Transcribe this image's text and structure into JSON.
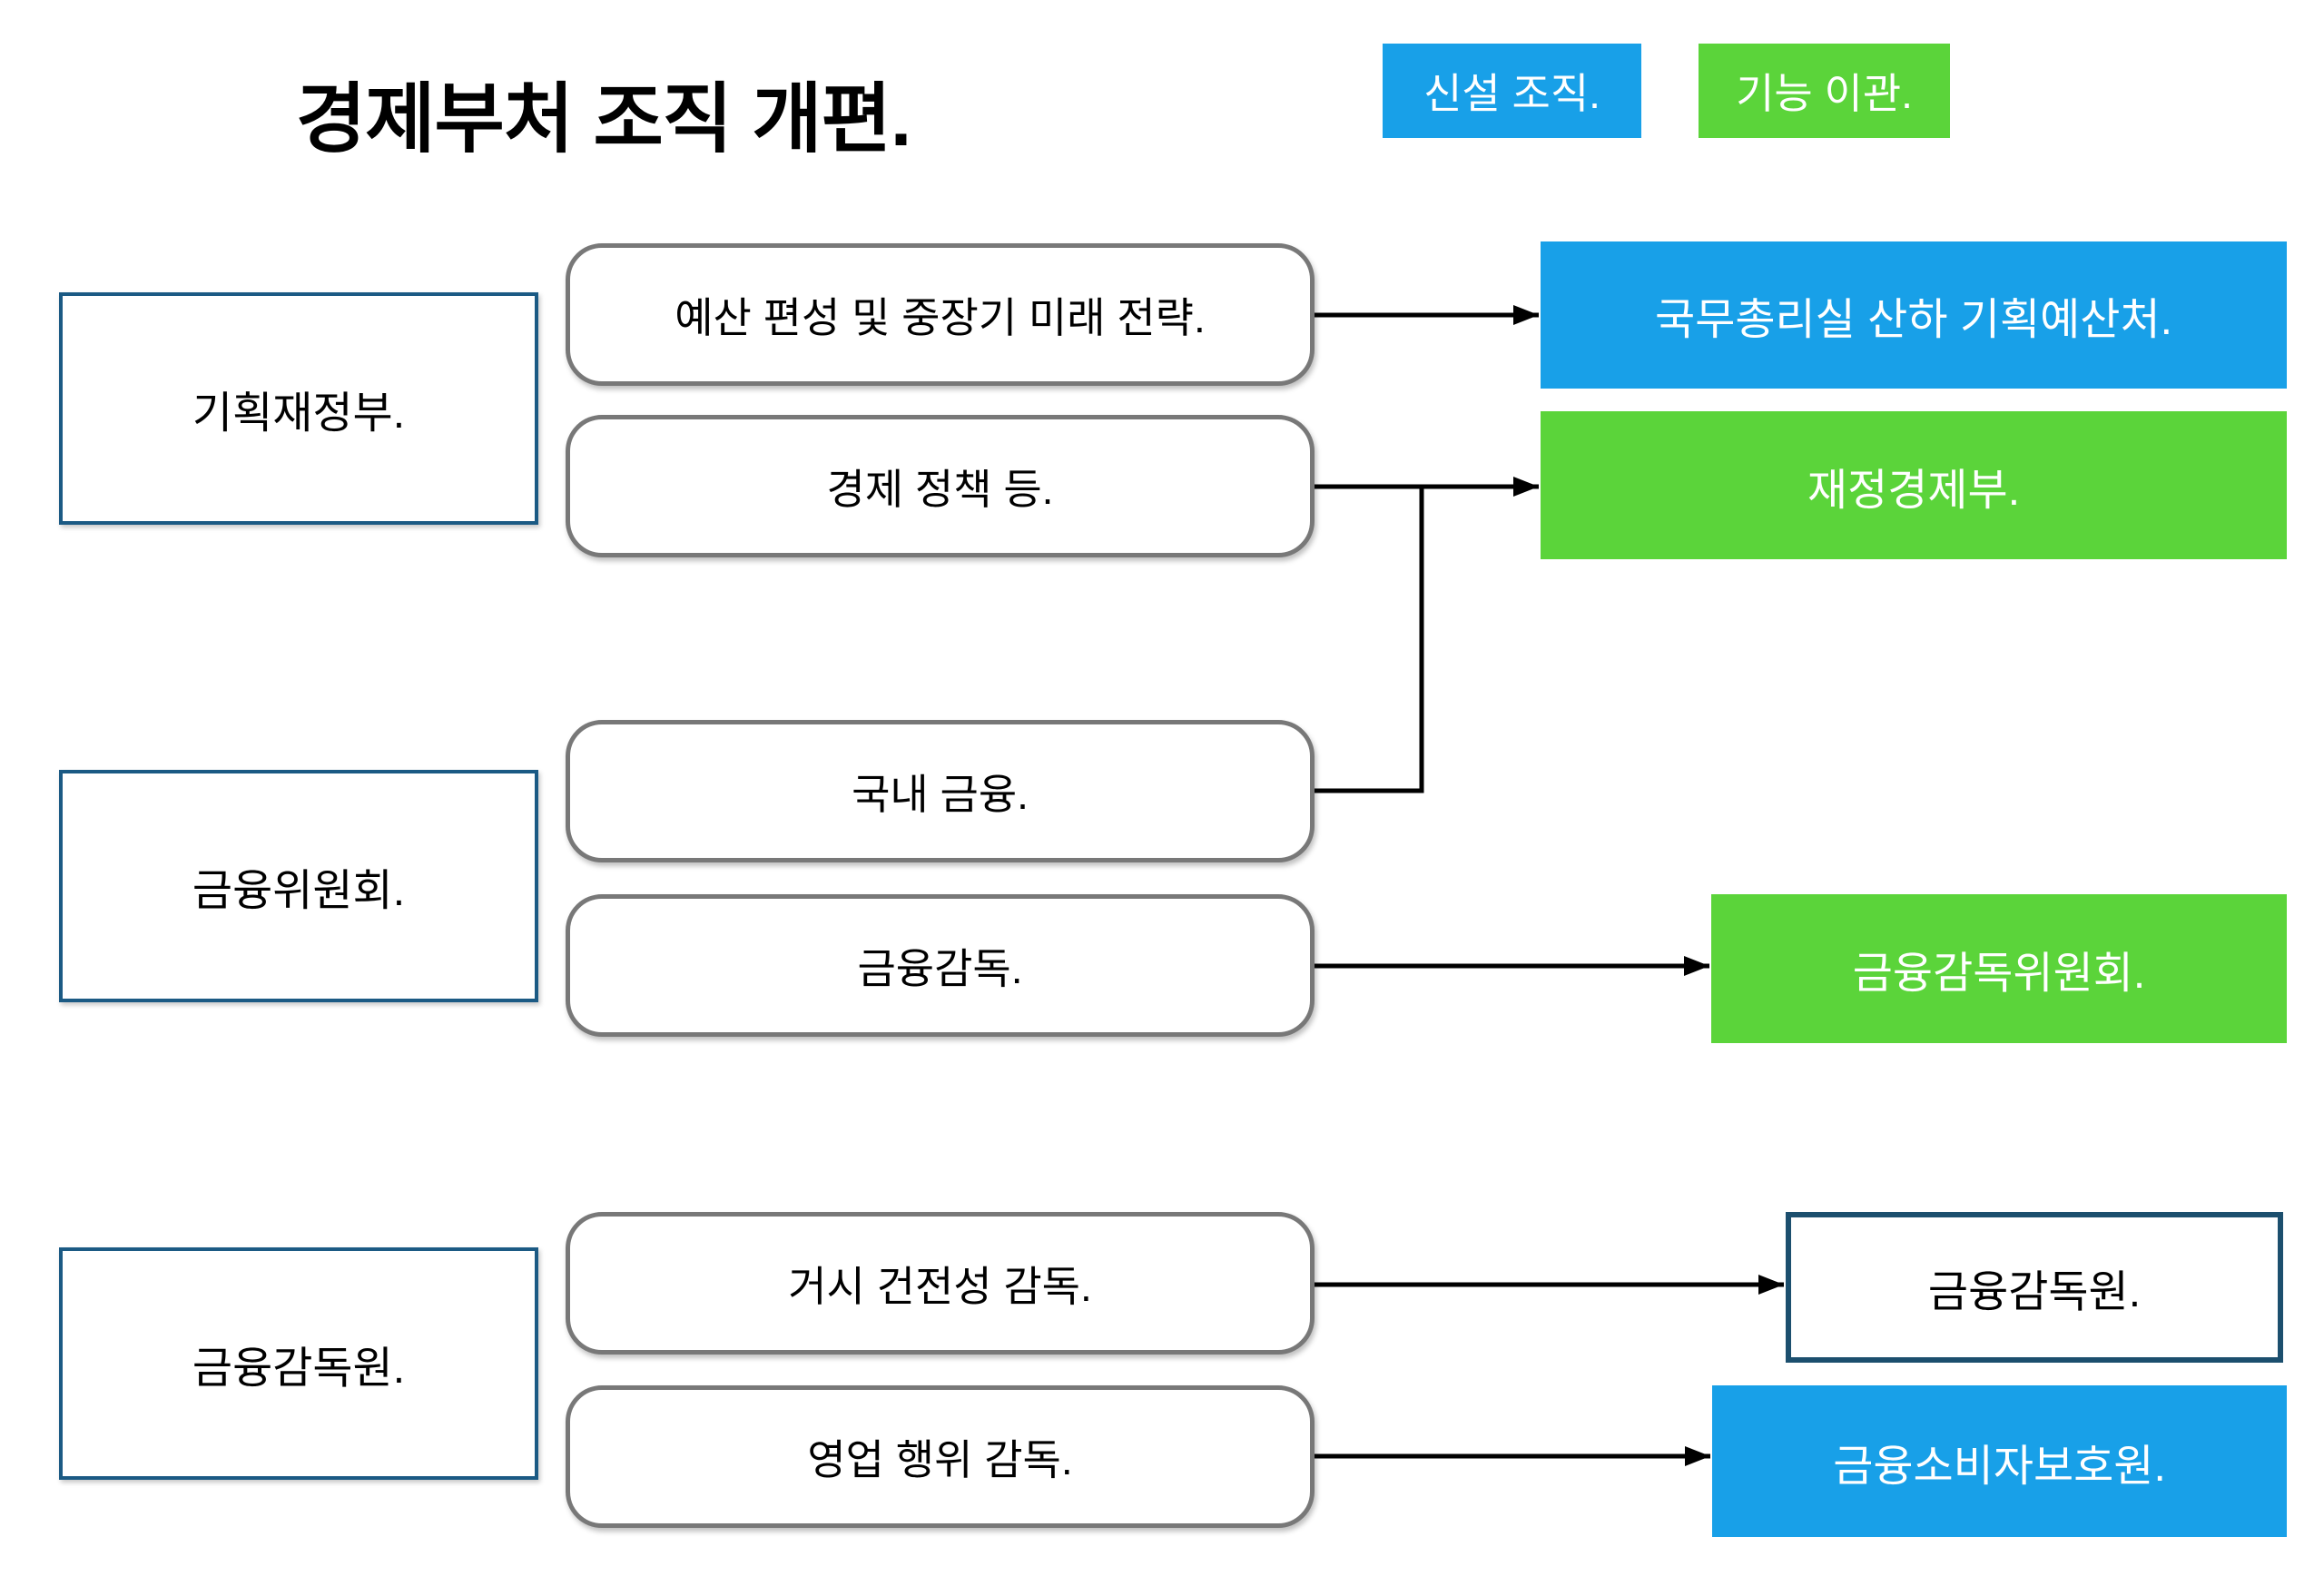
{
  "title": "경제부처 조직 개편.",
  "legend": {
    "new_org": {
      "label": "신설 조직.",
      "color": "#18A0E8"
    },
    "transferred": {
      "label": "기능 이관.",
      "color": "#5BD43A"
    }
  },
  "ministries": [
    {
      "label": "기획재정부."
    },
    {
      "label": "금융위원회."
    },
    {
      "label": "금융감독원."
    }
  ],
  "functions": [
    {
      "label": "예산 편성 및 중장기 미래 전략."
    },
    {
      "label": "경제 정책 등."
    },
    {
      "label": "국내 금융."
    },
    {
      "label": "금융감독."
    },
    {
      "label": "거시 건전성 감독."
    },
    {
      "label": "영업 행위 감독."
    }
  ],
  "targets": [
    {
      "label": "국무총리실 산하 기획예산처.",
      "type": "new_org"
    },
    {
      "label": "재정경제부.",
      "type": "transferred"
    },
    {
      "label": "금융감독위원회.",
      "type": "transferred"
    },
    {
      "label": "금융감독원.",
      "type": "existing"
    },
    {
      "label": "금융소비자보호원.",
      "type": "new_org"
    }
  ],
  "colors": {
    "new_org_blue": "#18A0E8",
    "transfer_green": "#5BD43A",
    "ministry_border_navy": "#1B5A84",
    "plain_target_border_navy": "#1C4F6E",
    "function_border_gray": "#787878",
    "arrow_black": "#000000",
    "background": "#FFFFFF"
  }
}
